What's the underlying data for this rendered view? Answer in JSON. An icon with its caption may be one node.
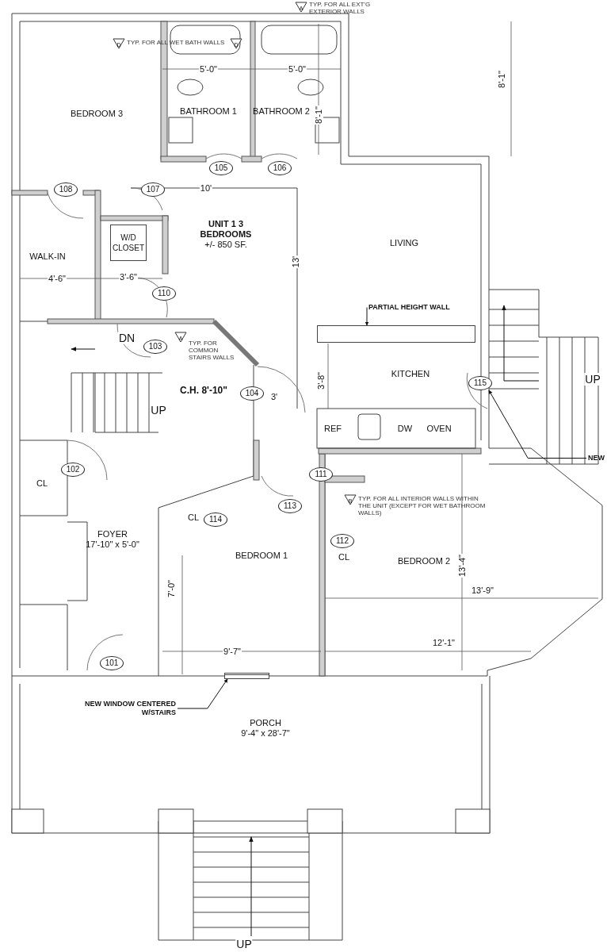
{
  "diagram": {
    "nodes": [
      {
        "text": [
          "BEDROOM 3"
        ]
      },
      {
        "text": [
          "BATHROOM 1"
        ]
      },
      {
        "text": [
          "BATHROOM 2"
        ]
      },
      {
        "text": [
          "WALK-IN"
        ]
      },
      {
        "text": [
          "W/D CLOSET"
        ]
      },
      {
        "text": [
          "UNIT 1 3 BEDROOMS",
          "+/- 850 SF."
        ]
      },
      {
        "text": [
          "LIVING"
        ]
      },
      {
        "text": [
          "KITCHEN"
        ]
      },
      {
        "text": [
          "REF"
        ]
      },
      {
        "text": [
          "DW"
        ]
      },
      {
        "text": [
          "OVEN"
        ]
      },
      {
        "text": [
          "C.H. 8'-10\""
        ]
      },
      {
        "text": [
          "FOYER",
          "17'-10\" x 5'-0\""
        ]
      },
      {
        "text": [
          "CL"
        ]
      },
      {
        "text": [
          "BEDROOM 1"
        ]
      },
      {
        "text": [
          "CL"
        ]
      },
      {
        "text": [
          "CL"
        ]
      },
      {
        "text": [
          "BEDROOM 2"
        ]
      },
      {
        "text": [
          "PORCH",
          "9'-4\" x 28'-7\""
        ]
      },
      {
        "text": [
          "105"
        ]
      },
      {
        "text": [
          "106"
        ]
      },
      {
        "text": [
          "107"
        ]
      },
      {
        "text": [
          "108"
        ]
      },
      {
        "text": [
          "110"
        ]
      },
      {
        "text": [
          "103"
        ]
      },
      {
        "text": [
          "104"
        ],
        "beside": [
          "3'"
        ]
      },
      {
        "text": [
          "115"
        ]
      },
      {
        "text": [
          "102"
        ]
      },
      {
        "text": [
          "111"
        ]
      },
      {
        "text": [
          "113"
        ]
      },
      {
        "text": [
          "114"
        ]
      },
      {
        "text": [
          "112"
        ]
      },
      {
        "text": [
          "101"
        ]
      },
      {
        "text": [
          "A"
        ],
        "beside": [
          "TYP. FOR ALL EXT'G EXTERIOR WALLS"
        ]
      },
      {
        "text": [
          "D"
        ],
        "beside": [
          "TYP. FOR ALL WET BATH WALLS"
        ]
      },
      {
        "text": [
          "D"
        ]
      },
      {
        "text": [
          "A"
        ],
        "beside": [
          "TYP. FOR COMMON STAIRS WALLS"
        ]
      },
      {
        "text": [
          "B"
        ],
        "beside": [
          "TYP. FOR ALL INTERIOR WALLS WITHIN THE UNIT (EXCEPT FOR WET BATHROOM WALLS)"
        ]
      },
      {
        "text": [
          "PARTIAL HEIGHT WALL"
        ]
      },
      {
        "text": [],
        "shape": "bar"
      },
      {
        "text": [
          "NEW WINDOW CENTERED W/STAIRS"
        ]
      },
      {
        "text": [],
        "shape": "box"
      },
      {
        "text": [
          "NEW"
        ]
      }
    ],
    "edges": [
      {
        "from": 38,
        "to": 39,
        "arrow": "to"
      },
      {
        "from": 40,
        "to": 41,
        "arrow": "to"
      },
      {
        "from": 42,
        "to": 26,
        "arrow": "to"
      }
    ],
    "labels": [
      "5'-0\"",
      "5'-0\"",
      "8'-1\"",
      "8'-1\"",
      "10'",
      "13'",
      "4'-6\"",
      "3'-6\"",
      "DN",
      "UP",
      "3'-8\"",
      "UP",
      "7'-0\"",
      "13'-4\"",
      "13'-9\"",
      "9'-7\"",
      "12'-1\"",
      "UP"
    ]
  }
}
